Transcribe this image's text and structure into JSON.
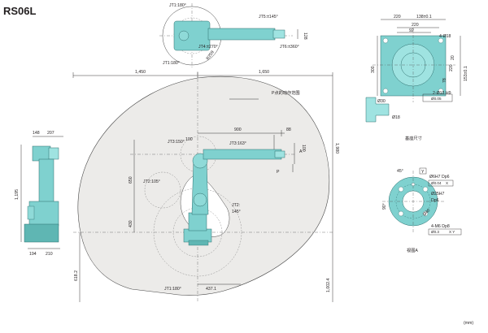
{
  "model": "RS06L",
  "unit_note": "(mm)",
  "colors": {
    "robot": "#7fd1cf",
    "robot_dark": "#2f6f6e",
    "region": "#e8e7e5",
    "line": "#231f20"
  },
  "top_view": {
    "jt1_a": "JT1:180°",
    "jt1_b": "JT1:180°",
    "jt4": "JT4:±270°",
    "jt5": "JT5:±145°",
    "jt6": "JT6:±360°",
    "r_label": "R259",
    "dim_128": "128"
  },
  "main_dims": {
    "d_1450": "1,450",
    "d_1650": "1,650",
    "d_1980": "1,980",
    "d_900": "900",
    "d_88": "88",
    "d_100a": "100",
    "d_100b": "100",
    "d_650": "650",
    "d_430": "430",
    "d_6182": "618.2",
    "d_4371": "437.1",
    "d_10024": "1,002.4"
  },
  "main_labels": {
    "p_range": "P点的动作范围",
    "jt3_a": "JT3:150°",
    "jt3_b": "JT3:163°",
    "jt2_a": "JT2:105°",
    "jt2_b": "JT2:",
    "jt2_b2": "145°",
    "jt1": "JT1:180°",
    "p": "P",
    "a": "A"
  },
  "side_view": {
    "d_148": "148",
    "d_207": "207",
    "d_1195": "1,195",
    "d_194": "194",
    "d_210": "210"
  },
  "base_view": {
    "d_220a": "220",
    "d_138": "138±0.1",
    "d_220b": "220",
    "d_92": "92",
    "hole": "4-Ø18",
    "d_220c": "220",
    "d_300": "300",
    "d_153": "153±0.1",
    "d_78": "78",
    "d_20": "20",
    "pin": "2-Ø13 H9",
    "tol": "Ø0.05",
    "d_30": "Ø30",
    "d_18": "Ø18",
    "caption": "基座尺寸"
  },
  "flange_view": {
    "angle45": "45°",
    "y_ref": "Y",
    "hole6": "Ø6H7 Dp6",
    "tol1": "Ø0.04",
    "tol1_ref": "X",
    "d25": "Ø25H7",
    "dp6": "Dp6",
    "d40": "Ø40",
    "m6": "4-M6 Dp8",
    "tol2": "Ø0.3",
    "tol2_ref": "X Y",
    "angle90": "90°",
    "caption": "视图A"
  }
}
